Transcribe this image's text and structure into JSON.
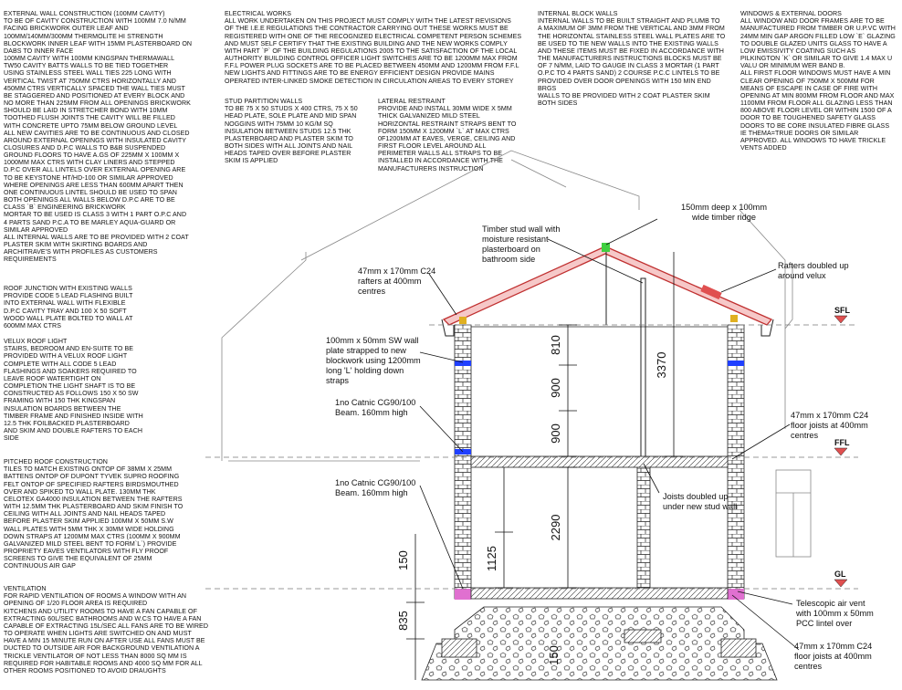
{
  "notes": {
    "external_wall": {
      "title": "EXTERNAL WALL CONSTRUCTION (100mm CAVITY)",
      "body": "TO BE OF CAVITY CONSTRUCTION WITH 100mm 7.0 N/mm\nFACING BRICKWORK OUTER LEAF AND\n100mm/140mm/300mm THERMOLITE HI STRENGTH\nBLOCKWORK INNER LEAF  WITH 15mm PLASTERBOARD ON\nDABS TO INNER FACE\n100mm CAVITY WITH 100mm KINGSPAN THERMAWALL\nTW50 CAVITY BATTS WALLS TO BE TIED TOGETHER\nUSING STAINLESS STEEL WALL TIES 225 LONG WITH\nVERTICAL TWIST AT 750mm CTRS HORIZONTALLY AND\n450mm CTRS VERTICALLY SPACED  THE WALL TIES MUST\nBE STAGGERED AND POSITIONED AT EVERY BLOCK AND\nNO MORE THAN 225mm FROM ALL OPENINGS BRICKWORK\nSHOULD BE LAID IN STRETCHER BOND WITH 10mm\nTOOTHED FLUSH JOINTS THE CAVITY WILL BE FILLED\nWITH CONCRETE UPTO 75mm BELOW GROUND LEVEL\nALL NEW CAVITIES ARE TO BE CONTINUOUS AND CLOSED\nAROUND EXTERNAL OPENINGS WITH INSULATED CAVITY\nCLOSURES AND D.P.C WALLS TO B&B SUSPENDED\nGROUND FLOORS TO HAVE  A.Gs OF 225mm x 100mm x\n1000mm MAX CTRS WITH CLAY LINERS AND STEPPED\nD.P.C OVER ALL LINTELS OVER EXTERNAL OPENING ARE\nTO BE KEYSTONE HT/HD-100 OR SIMILAR APPROVED\nWHERE OPENINGS ARE LESS THAN 600mm APART THEN\nONE CONTINUOUS LINTEL SHOULD BE USED TO SPAN\nBOTH OPENINGS ALL WALLS BELOW D.P.C ARE TO BE\nCLASS `B` ENGINEERING BRICKWORK\nMORTAR TO BE USED IS CLASS 3 WITH 1 PART O.P.C AND\n4 PARTS SAND P.C.A TO BE MARLEY AQUA-GUARD OR\nSIMILAR APPROVED\nALL INTERNAL WALLS ARE TO BE PROVIDED WITH 2 COAT\nPLASTER SKIM WITH SKIRTING BOARDS AND\nARCHITRAVE'S WITH PROFILES AS CUSTOMERS\nREQUIREMENTS"
    },
    "roof_junction": {
      "title": "ROOF JUNCTION WITH EXISTING WALLS",
      "body": "PROVIDE CODE 5 LEAD FLASHING BUILT\nINTO EXTERNAL WALL WITH FLEXIBLE\nD.P.C CAVITY TRAY AND 100 x 50 SOFT\nWOOD WALL PLATE BOLTED TO WALL AT\n600mm MAX CTRS"
    },
    "velux": {
      "title": "VELUX ROOF LIGHT",
      "body": "STAIRS, BEDROOM AND EN-SUITE TO BE\nPROVIDED WITH A VELUX ROOF LIGHT\nCOMPLETE WITH ALL CODE 5 LEAD\nFLASHINGS AND SOAKERS REQUIRED TO\nLEAVE ROOF WATERTIGHT ON\nCOMPLETION THE LIGHT SHAFT IS TO BE\nCONSTRUCTED AS FOLLOWS 150 x 50 SW\nFRAMING WITH 150 THK KINGSPAN\nINSULATION BOARDS BETWEEN THE\nTIMBER FRAME AND FINISHED INSIDE WITH\n12.5 THK FOILBACKED PLASTERBOARD\nAND SKIM AND DOUBLE RAFTERS TO EACH\nSIDE"
    },
    "pitched_roof": {
      "title": "PITCHED ROOF CONSTRUCTION",
      "body": "TILES TO MATCH EXISTING ONTOP OF 38mm x 25mm\nBATTENS ONTOP OF DUPONT TYVEK SUPRO ROOFING\nFELT ONTOP OF SPECIFIED RAFTERS BIRDSMOUTHED\nOVER AND SPIKED TO WALL PLATE. 130mm THK\nCELOTEX GA4000 INSULATION BETWEEN THE RAFTERS\nWITH 12.5mm THK PLASTERBOARD AND SKIM FINISH TO\nCEILING WITH ALL JOINTS AND NAIL HEADS TAPED\nBEFORE PLASTER SKIM APPLIED 100mm x 50mm S.W\nWALL PLATES WITH 5mm THK x 30mm WIDE HOLDING\nDOWN STRAPS AT 1200mm MAX CTRS (100mm x 900mm\nGALVANIZED MILD STEEL BENT TO FORM`L`) PROVIDE\nPROPRIETY EAVES VENTILATORS WITH FLY PROOF\nSCREENS TO GIVE THE EQUIVALENT OF 25mm\nCONTINUOUS AIR GAP"
    },
    "ventilation": {
      "title": "VENTILATION",
      "body": "FOR RAPID VENTILATION OF ROOMS A WINDOW WITH AN\nOPENING OF 1/20 FLOOR AREA IS REQUIRED\nKITCHENS AND UTILITY ROOMS TO HAVE A FAN CAPABLE OF\nEXTRACTING 60L/SEC BATHROOMS AND W.Cs TO HAVE A FAN\nCAPABLE OF EXTRACTING 15L/SEC ALL FANS ARE TO BE WIRED\nTO OPERATE WHEN LIGHTS ARE SWITCHED ON AND MUST\nHAVE A MIN 15 MINUTE RUN ON AFTER USE ALL FANS MUST BE\nDUCTED TO OUTSIDE AIR FOR BACKGROUND VENTILATION A\nTRICKLE VENTILATOR OF NOT LESS THAN 8000 sq mm IS\nREQUIRED FOR HABITABLE ROOMS AND 4000 sq mm FOR ALL\nOTHER ROOMS POSITIONED TO AVOID DRAUGHTS"
    },
    "electrical": {
      "title": "ELECTRICAL WORKS",
      "body": "ALL WORK UNDERTAKEN ON THIS PROJECT MUST COMPLY WITH THE LATEST REVISIONS\nOF THE I.E.E REGULATIONS THE CONTRACTOR CARRYING OUT THESE WORKS MUST BE\nREGISTERED WITH ONE OF THE RECOGNIZED ELECTRICAL COMPETENT PERSON SCHEMES\nAND MUST SELF CERTIFY THAT THE EXISTING BUILDING AND THE NEW WORKS COMPLY\nWITH PART `P` OF THE BUILDING REGULATIONS 2005 TO THE SATISFACTION OF THE LOCAL\nAUTHORITY BUILDING CONTROL OFFICER LIGHT SWITCHES ARE TO BE 1200mm MAX FROM\nF.F.L POWER PLUG SOCKETS ARE TO BE PLACED BETWEEN 450mm AND 1200mm FROM F.F.L\nNEW LIGHTS AND FITTINGS ARE TO BE ENERGY EFFICIENT  DESIGN PROVIDE MAINS\nOPERATED INTER-LINKED SMOKE DETECTION IN CIRCULATION AREAS TO EVERY STOREY"
    },
    "stud_partition": {
      "title": "STUD PARTITION WALLS",
      "body": "TO BE 75 x 50 STUDS x 400 CTRS, 75 x 50\nHEAD PLATE, SOLE PLATE  AND MID SPAN\nNOGGINS WITH 75mm 10 KG/M SQ\nINSULATION BETWEEN STUDS 12.5 THK\nPLASTERBOARD AND PLASTER SKIM TO\nBOTH SIDES WITH ALL JOINTS AND NAIL\nHEADS TAPED OVER BEFORE PLASTER\nSKIM IS APPLIED"
    },
    "lateral": {
      "title": "LATERAL RESTRAINT",
      "body": "PROVIDE AND INSTALL 30mm WIDE x 5mm\nTHICK GALVANIZED MILD STEEL\nHORIZONTAL RESTRAINT STRAPS BENT TO\nFORM 150mm x 1200mm `L` AT MAX CTRS\n0F1200mm AT EAVES, VERGE, CEILING AND\nFIRST FLOOR LEVEL AROUND ALL\nPERIMETER WALLS ALL STRAPS TO BE\nINSTALLED IN ACCORDANCE WITH THE\nMANUFACTURERS INSTRUCTION"
    },
    "internal_block": {
      "title": "INTERNAL BLOCK WALLS",
      "body": "INTERNAL WALLS TO BE BUILT STRAIGHT AND PLUMB TO\nA MAXIMUM OF 3mm FROM THE VERTICAL AND 3mm FROM\nTHE HORIZONTAL STAINLESS STEEL WALL PLATES ARE TO\nBE USED TO TIE NEW WALLS INTO THE EXISTING WALLS\nAND THESE ITEMS MUST BE FIXED IN ACCORDANCE WITH\nTHE MANUFACTURERS INSTRUCTIONS BLOCKS MUST BE\nOF 7 N/mm, LAID TO GAUGE IN CLASS 3 MORTAR (1 PART\nO.P.C TO 4 PARTS SAND) 2 COURSE P.C.C LINTELS TO BE\nPROVIDED OVER DOOR OPENINGS WITH 150 MIN END\nBRGS\nWALLS TO BE PROVIDED WITH 2 COAT PLASTER SKIM\nBOTH SIDES"
    },
    "windows": {
      "title": "WINDOWS & EXTERNAL DOORS",
      "body": " ALL WINDOW AND DOOR FRAMES ARE TO BE\nMANUFACTURED FROM TIMBER OR U.P.Vc WITH\n24mm MIN GAP ARGON FILLED LOW `E` GLAZING\nTO DOUBLE GLAZED UNITS GLASS TO HAVE A\nLOW EMISSIVITY COATING SUCH AS\nPILKINGTON `K` OR SIMILAR TO GIVE 1.4 MAX U\nVALU OR MINIMUM WER BAND B.\nALL FIRST FLOOR WINDOWS MUST HAVE A MIN\nCLEAR OPENING OF 750mm x 500mm FOR\nMEANS OF ESCAPE IN CASE OF FIRE WITH\nOPENING AT MIN 800mm FROM FLOOR AND MAX\n1100mm FROM FLOOR ALL GLAZING LESS THAN\n800 ABOVE FLOOR LEVEL OR WITHIN 1500 OF A\nDOOR TO BE TOUGHENED SAFETY GLASS\nDOORS TO BE CORE INSULATED FIBRE GLASS\nIE THEMA=TRUE DOORS OR SIMILAR\nAPPROVED. ALL WINDOWS TO HAVE TRICKLE\nVENTS ADDED"
    }
  },
  "labels": {
    "ridge": "150mm deep x 100mm\nwide timber ridge",
    "stud_wall": "Timber stud wall with\nmoisture resistant\nplasterboard on\nbathroom side",
    "rafters_left": "47mm x 170mm C24\nrafters at 400mm\ncentres",
    "rafters_doubled": "Rafters doubled up\naround velux",
    "wall_plate": "100mm x 50mm SW wall\nplate strapped to new\nblockwork using 1200mm\nlong 'L' holding down\nstraps",
    "beam_upper": "1no Catnic CG90/100\nBeam. 160mm high",
    "beam_lower": "1no Catnic CG90/100\nBeam. 160mm high",
    "floor_joists": "47mm x 170mm C24\nfloor joists at 400mm\ncentres",
    "joists_doubled": "Joists doubled up\nunder new stud wall",
    "air_vent": "Telescopic air vent\nwith 100mm x 50mm\nPCC lintel over",
    "ground_joists": "47mm x 170mm C24\nfloor joists at 400mm\ncentres"
  },
  "levels": {
    "sfl": "SFL",
    "ffl": "FFL",
    "gl": "GL"
  },
  "dimensions": {
    "d810": "810",
    "d900a": "900",
    "d900b": "900",
    "d3370": "3370",
    "d2290": "2290",
    "d1125": "1125",
    "d150a": "150",
    "d835": "835",
    "d150b": "150"
  },
  "colors": {
    "roof_red": "#e05050",
    "pink": "#e070d0",
    "green": "#40d040",
    "blue": "#2040ff",
    "gold": "#e0b020"
  }
}
